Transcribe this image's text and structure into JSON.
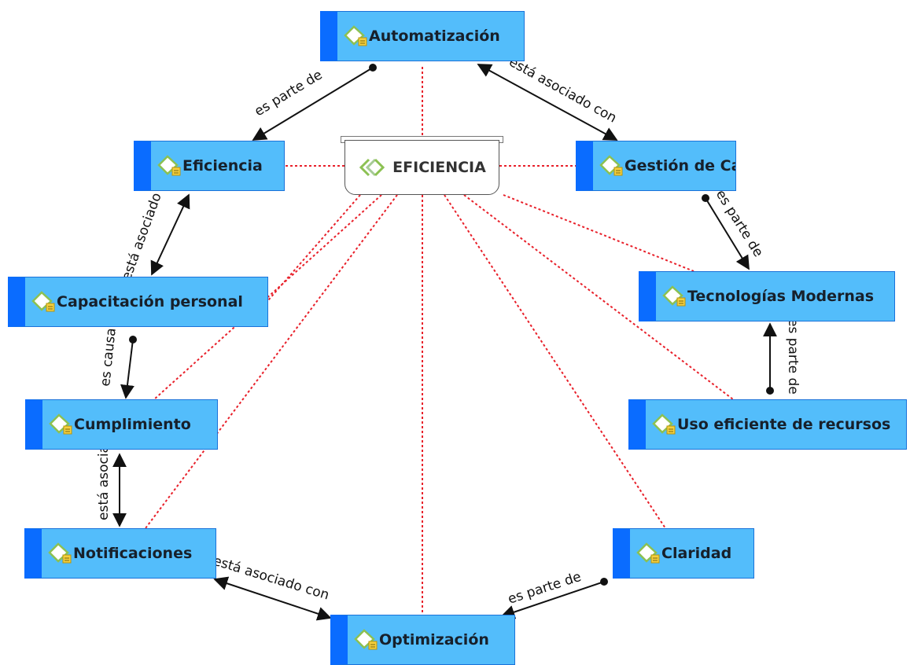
{
  "map": {
    "central_topic": "EFICIENCIA",
    "nodes": [
      {
        "id": "automatizacion",
        "label": "Automatización"
      },
      {
        "id": "eficiencia",
        "label": "Eficiencia"
      },
      {
        "id": "gestion",
        "label": "Gestión de Casos"
      },
      {
        "id": "tecnologias",
        "label": "Tecnologías Modernas"
      },
      {
        "id": "capacitacion",
        "label": "Capacitación personal"
      },
      {
        "id": "uso",
        "label": "Uso eficiente de recursos"
      },
      {
        "id": "cumplimiento",
        "label": "Cumplimiento"
      },
      {
        "id": "notificaciones",
        "label": "Notificaciones"
      },
      {
        "id": "claridad",
        "label": "Claridad"
      },
      {
        "id": "optimizacion",
        "label": "Optimización"
      }
    ],
    "relationships": [
      {
        "from": "automatizacion",
        "to": "eficiencia",
        "label": "es parte de",
        "style": "dot-arrow"
      },
      {
        "from": "automatizacion",
        "to": "gestion",
        "label": "está asociado con",
        "style": "double-arrow"
      },
      {
        "from": "eficiencia",
        "to": "capacitacion",
        "label": "está asociado",
        "style": "double-arrow"
      },
      {
        "from": "capacitacion",
        "to": "cumplimiento",
        "label": "es causa de",
        "style": "dot-arrow"
      },
      {
        "from": "cumplimiento",
        "to": "notificaciones",
        "label": "está asociado",
        "style": "double-arrow"
      },
      {
        "from": "notificaciones",
        "to": "optimizacion",
        "label": "está asociado con",
        "style": "double-arrow"
      },
      {
        "from": "claridad",
        "to": "optimizacion",
        "label": "es parte de",
        "style": "dot-arrow"
      },
      {
        "from": "gestion",
        "to": "tecnologias",
        "label": "es parte de",
        "style": "dot-arrow"
      },
      {
        "from": "uso",
        "to": "tecnologias",
        "label": "es parte de",
        "style": "dot-arrow"
      }
    ]
  },
  "colors": {
    "node_fill": "#53bdfb",
    "node_accent": "#0a6cff",
    "connector": "#e8202a",
    "relation": "#111111"
  }
}
